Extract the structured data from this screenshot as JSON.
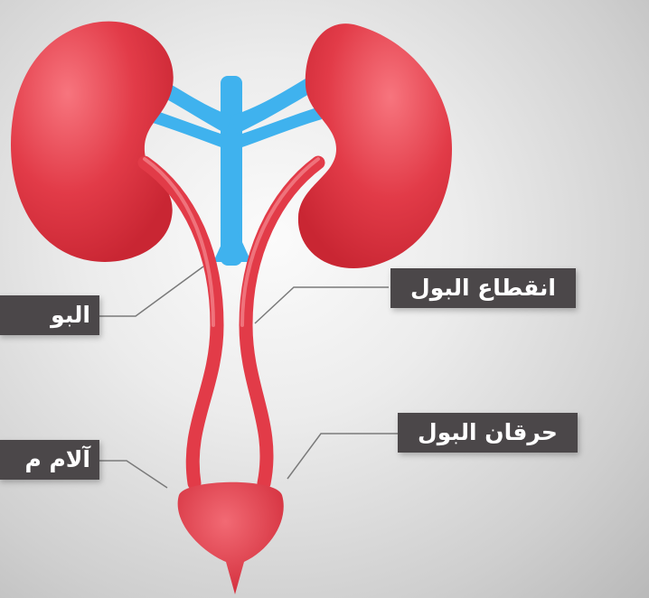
{
  "labels": {
    "urine_interruption": "انقطاع البول",
    "burning_urination": "حرقان البول",
    "left_top_partial": "البو",
    "left_bottom_partial": "آلام م"
  },
  "colors": {
    "organ_red": "#e23b48",
    "organ_highlight": "#f26a74",
    "vessel_blue": "#3fb2ee",
    "label_bg": "#4b4749",
    "leader_line": "#7a7a7a"
  }
}
